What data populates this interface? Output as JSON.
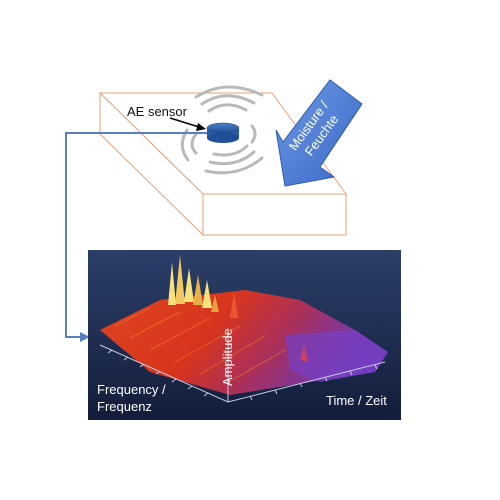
{
  "labels": {
    "sensor": "AE sensor",
    "moisture_line1": "Moisture /",
    "moisture_line2": "Feuchte",
    "amplitude": "Amplitude",
    "frequency_line1": "Frequency /",
    "frequency_line2": "Frequenz",
    "time": "Time / Zeit"
  },
  "colors": {
    "block_edge": "#e8a27a",
    "block_fill": "#ffffff",
    "arrow_fill": "#4a7ed6",
    "signal_line": "#5a7fc0",
    "plot_background": "#1b2a4e",
    "surface_red": "#e23a1c",
    "surface_orange": "#f07a2a",
    "surface_purple": "#7a3fc0",
    "peak_yellow": "#f5e27a",
    "wave_gray": "#b9b9b9"
  }
}
